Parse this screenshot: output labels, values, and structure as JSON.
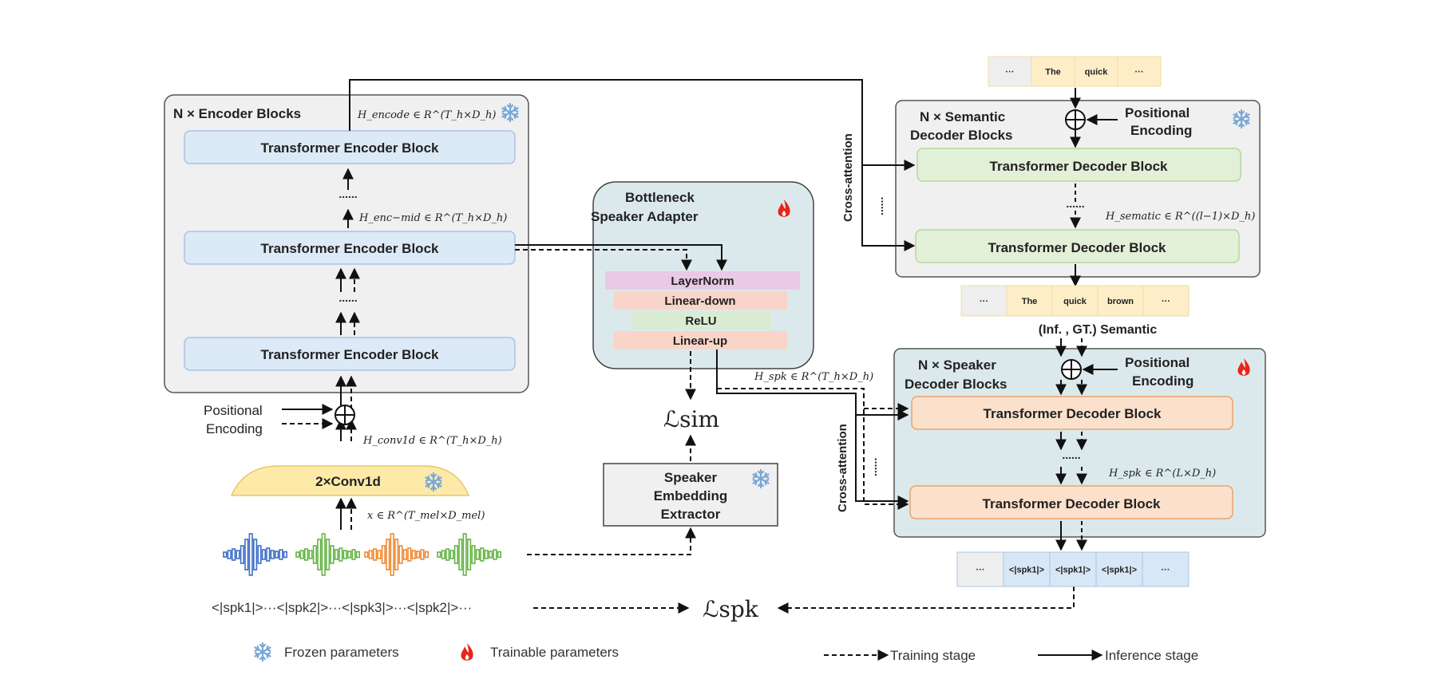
{
  "encoder": {
    "title": "N × Encoder Blocks",
    "block1": "Transformer Encoder Block",
    "block2": "Transformer Encoder Block",
    "block3": "Transformer Encoder Block",
    "h_encode": "H_encode ∈ R^(T_h×D_h)",
    "h_enc_mid": "H_enc−mid ∈ R^(T_h×D_h)",
    "h_conv1d": "H_conv1d ∈ R^(T_h×D_h)",
    "conv": "2×Conv1d",
    "x_input": "x ∈ R^(T_mel×D_mel)",
    "pos_enc_line1": "Positional",
    "pos_enc_line2": "Encoding",
    "dots": "......"
  },
  "adapter": {
    "title_line1": "Bottleneck",
    "title_line2": "Speaker Adapter",
    "layernorm": "LayerNorm",
    "linear_down": "Linear-down",
    "relu": "ReLU",
    "linear_up": "Linear-up",
    "h_spk": "H_spk ∈ R^(T_h×D_h)"
  },
  "extractor": {
    "line1": "Speaker",
    "line2": "Embedding",
    "line3": "Extractor"
  },
  "losses": {
    "sim": "ℒsim",
    "spk": "ℒspk"
  },
  "semantic_decoder": {
    "title_line1": "N × Semantic",
    "title_line2": "Decoder Blocks",
    "pos_enc_line1": "Positional",
    "pos_enc_line2": "Encoding",
    "block1": "Transformer Decoder Block",
    "block2": "Transformer Decoder Block",
    "h_sematic": "H_sematic ∈ R^((l−1)×D_h)",
    "cross_attention": "Cross-attention",
    "input_tokens": [
      "···",
      "The",
      "quick",
      "···"
    ],
    "output_tokens": [
      "···",
      "The",
      "quick",
      "brown",
      "···"
    ],
    "output_label": "(Inf. , GT.) Semantic"
  },
  "speaker_decoder": {
    "title_line1": "N × Speaker",
    "title_line2": "Decoder Blocks",
    "pos_enc_line1": "Positional",
    "pos_enc_line2": "Encoding",
    "block1": "Transformer Decoder Block",
    "block2": "Transformer Decoder Block",
    "h_spk": "H_spk ∈ R^(L×D_h)",
    "cross_attention": "Cross-attention",
    "output_tokens": [
      "···",
      "<|spk1|>",
      "<|spk1|>",
      "<|spk1|>",
      "···"
    ]
  },
  "speaker_sequence": "<|spk1|>···<|spk2|>···<|spk3|>···<|spk2|>···",
  "legend": {
    "frozen": "Frozen parameters",
    "trainable": "Trainable parameters",
    "training": "Training stage",
    "inference": "Inference stage"
  },
  "icons": {
    "frozen": "snowflake-icon",
    "trainable": "flame-icon"
  },
  "colors": {
    "encoder_block": "#dce9f6",
    "conv": "#fde9a8",
    "layernorm": "#e9c9e6",
    "linear": "#f8d5c8",
    "relu": "#d9ecd3",
    "semantic_block": "#e3f0d8",
    "speaker_block": "#fbe0cc",
    "adapter_panel": "#dce9ec",
    "speaker_panel": "#dce9ec",
    "panel": "#f0f0f0",
    "snowflake": "#7aa6d8",
    "flame": "#e8251a",
    "wave_blue": "#3d6fc7",
    "wave_green": "#67b348",
    "wave_orange": "#ee8a33"
  }
}
